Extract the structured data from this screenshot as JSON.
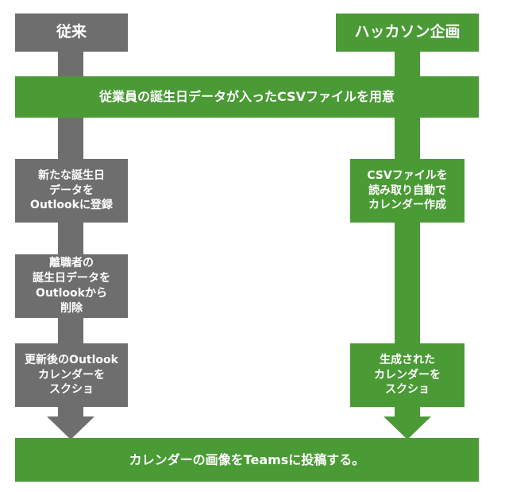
{
  "colors": {
    "gray": "#6e6e6e",
    "green": "#4a9a35",
    "text": "#ffffff"
  },
  "left_header": "従来",
  "right_header": "ハッカソン企画",
  "shared_top": "従業員の誕生日データが入ったCSVファイルを用意",
  "left_steps": [
    "新たな誕生日\nデータを\nOutlookに登録",
    "離職者の\n誕生日データを\nOutlookから\n削除",
    "更新後のOutlook\nカレンダーを\nスクショ"
  ],
  "right_steps": [
    "CSVファイルを\n読み取り自動で\nカレンダー作成",
    "生成された\nカレンダーを\nスクショ"
  ],
  "shared_bottom": "カレンダーの画像をTeamsに投稿する。"
}
